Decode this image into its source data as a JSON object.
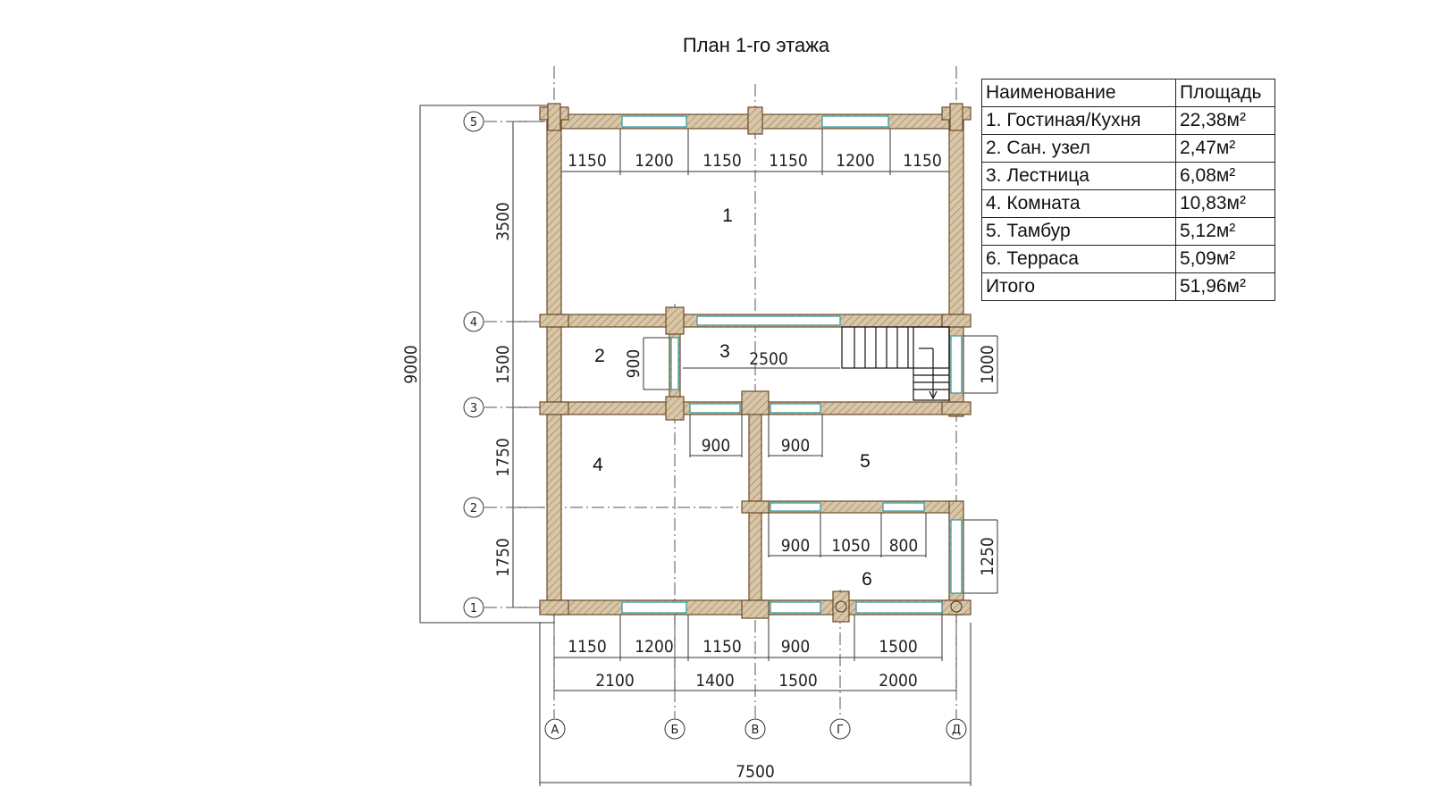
{
  "title": "План 1-го этажа",
  "table": {
    "headers": [
      "Наименование",
      "Площадь"
    ],
    "rows": [
      [
        "1. Гостиная/Кухня",
        "22,38м²"
      ],
      [
        "2. Сан. узел",
        "2,47м²"
      ],
      [
        "3. Лестница",
        "6,08м²"
      ],
      [
        "4. Комната",
        "10,83м²"
      ],
      [
        "5. Тамбур",
        "5,12м²"
      ],
      [
        "6. Терраса",
        "5,09м²"
      ],
      [
        "Итого",
        "51,96м²"
      ]
    ]
  },
  "axes": {
    "columns": [
      "А",
      "Б",
      "В",
      "Г",
      "Д"
    ],
    "rows": [
      "1",
      "2",
      "3",
      "4",
      "5"
    ]
  },
  "rooms": [
    "1",
    "2",
    "3",
    "4",
    "5",
    "6"
  ],
  "dimensions": {
    "top_segments": [
      "1150",
      "1200",
      "1150",
      "1150",
      "1200",
      "1150"
    ],
    "bottom_segments": [
      "1150",
      "1200",
      "1150",
      "900",
      "1500"
    ],
    "bottom_axes": [
      "2100",
      "1400",
      "1500",
      "2000"
    ],
    "overall_width": "7500",
    "overall_height": "9000",
    "left_segments": [
      "3500",
      "1500",
      "1750",
      "1750"
    ],
    "bathroom_door": "900",
    "stair_length": "2500",
    "stair_window": "1000",
    "middle_doors": [
      "900",
      "900"
    ],
    "lower_openings": [
      "900",
      "1050",
      "800"
    ],
    "terrace_side": "1250"
  },
  "colors": {
    "wall_fill": "#d8c6a8",
    "wall_stroke": "#6b4a28",
    "window": "#3a9aa0",
    "line": "#333333"
  }
}
